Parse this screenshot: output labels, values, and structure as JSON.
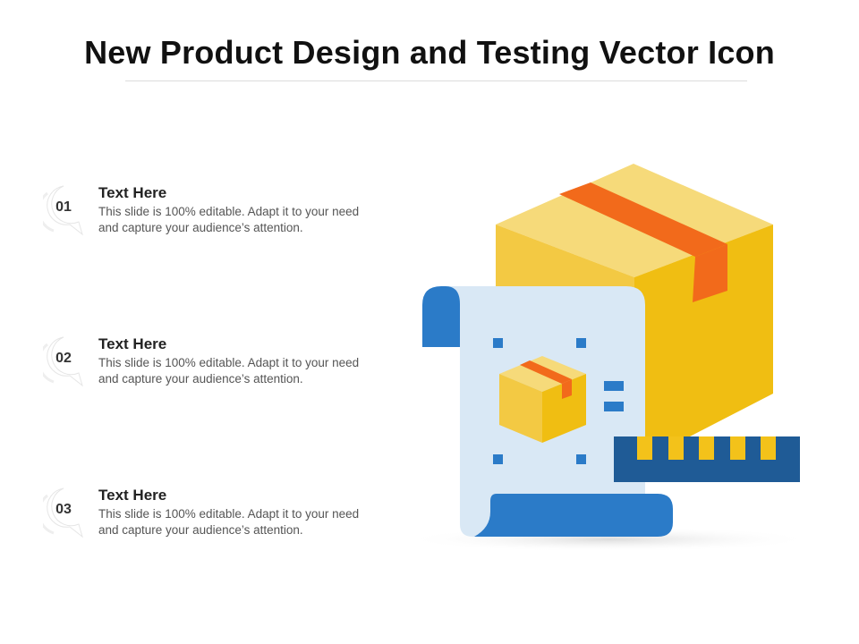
{
  "slide": {
    "title": "New Product Design and Testing Vector Icon"
  },
  "items": [
    {
      "number": "01",
      "heading": "Text Here",
      "description": "This slide is 100% editable. Adapt it to your need and capture your audience’s attention."
    },
    {
      "number": "02",
      "heading": "Text Here",
      "description": "This slide is 100% editable. Adapt it to your need and capture your audience’s attention."
    },
    {
      "number": "03",
      "heading": "Text Here",
      "description": "This slide is 100% editable. Adapt it to your need and capture your audience’s attention."
    }
  ],
  "illustration": {
    "icon": "product-design-testing-icon",
    "colors": {
      "box_top": "#F6DA7A",
      "box_left": "#F3C943",
      "box_right": "#F0BE12",
      "tape": "#F26A1B",
      "blueprint": "#D9E8F5",
      "scroll_blue": "#2B7BC8",
      "ruler": "#1F5B96",
      "ruler_marks": "#F3C21A"
    }
  }
}
